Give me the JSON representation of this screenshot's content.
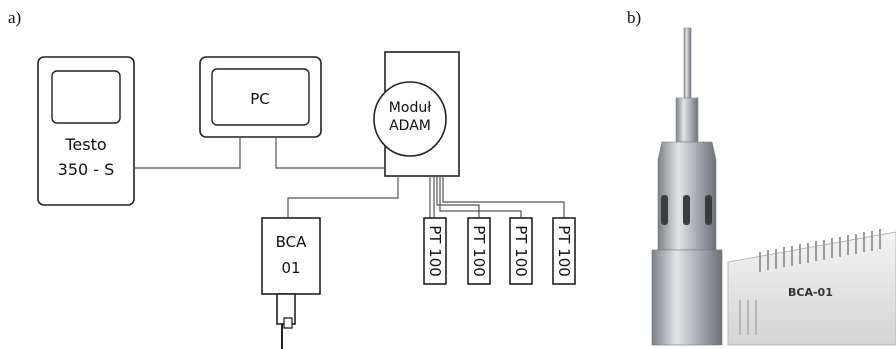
{
  "labels": {
    "a": "a)",
    "b": "b)"
  },
  "nodes": {
    "testo": {
      "line1": "Testo",
      "line2": "350 - S"
    },
    "pc": {
      "label": "PC"
    },
    "adam": {
      "line1": "Moduł",
      "line2": "ADAM"
    },
    "bca": {
      "line1": "BCA",
      "line2": "01"
    },
    "pt": [
      "PT 100",
      "PT 100",
      "PT 100",
      "PT 100"
    ]
  },
  "photo": {
    "device_label": "BCA-01"
  },
  "colors": {
    "stroke": "#222222",
    "wire": "#555555",
    "steel": "#b8bcc0",
    "housing": "#e6e6e6"
  }
}
